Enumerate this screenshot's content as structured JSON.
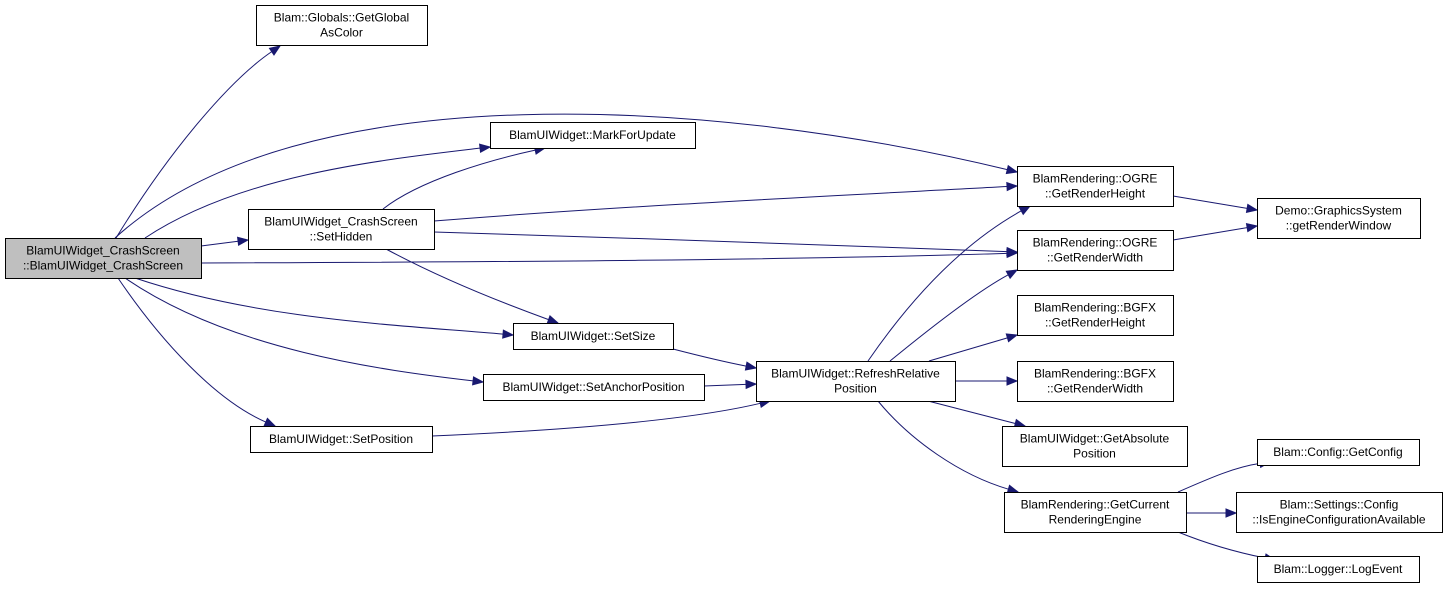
{
  "colors": {
    "node_fill": "#ffffff",
    "root_fill": "#bfbfbf",
    "node_border": "#000000",
    "edge": "#191970"
  },
  "nodes": {
    "root": {
      "lines": [
        "BlamUIWidget_CrashScreen",
        "::BlamUIWidget_CrashScreen"
      ]
    },
    "getglobalascolor": {
      "lines": [
        "Blam::Globals::GetGlobal",
        "AsColor"
      ]
    },
    "markforupdate": {
      "lines": [
        "BlamUIWidget::MarkForUpdate"
      ]
    },
    "sethidden": {
      "lines": [
        "BlamUIWidget_CrashScreen",
        "::SetHidden"
      ]
    },
    "setsize": {
      "lines": [
        "BlamUIWidget::SetSize"
      ]
    },
    "setanchorposition": {
      "lines": [
        "BlamUIWidget::SetAnchorPosition"
      ]
    },
    "setposition": {
      "lines": [
        "BlamUIWidget::SetPosition"
      ]
    },
    "refreshrelativeposition": {
      "lines": [
        "BlamUIWidget::RefreshRelative",
        "Position"
      ]
    },
    "ogre_getrenderheight": {
      "lines": [
        "BlamRendering::OGRE",
        "::GetRenderHeight"
      ]
    },
    "ogre_getrenderwidth": {
      "lines": [
        "BlamRendering::OGRE",
        "::GetRenderWidth"
      ]
    },
    "bgfx_getrenderheight": {
      "lines": [
        "BlamRendering::BGFX",
        "::GetRenderHeight"
      ]
    },
    "bgfx_getrenderwidth": {
      "lines": [
        "BlamRendering::BGFX",
        "::GetRenderWidth"
      ]
    },
    "getabsoluteposition": {
      "lines": [
        "BlamUIWidget::GetAbsolute",
        "Position"
      ]
    },
    "getcurrentrenderingengine": {
      "lines": [
        "BlamRendering::GetCurrent",
        "RenderingEngine"
      ]
    },
    "getrenderwindow": {
      "lines": [
        "Demo::GraphicsSystem",
        "::getRenderWindow"
      ]
    },
    "getconfig": {
      "lines": [
        "Blam::Config::GetConfig"
      ]
    },
    "isengineconfigurationavailable": {
      "lines": [
        "Blam::Settings::Config",
        "::IsEngineConfigurationAvailable"
      ]
    },
    "logevent": {
      "lines": [
        "Blam::Logger::LogEvent"
      ]
    }
  },
  "edges": [
    {
      "from": "root",
      "to": "getglobalascolor"
    },
    {
      "from": "root",
      "to": "markforupdate"
    },
    {
      "from": "root",
      "to": "sethidden"
    },
    {
      "from": "root",
      "to": "ogre_getrenderheight"
    },
    {
      "from": "root",
      "to": "ogre_getrenderwidth"
    },
    {
      "from": "root",
      "to": "setsize"
    },
    {
      "from": "root",
      "to": "setanchorposition"
    },
    {
      "from": "root",
      "to": "setposition"
    },
    {
      "from": "sethidden",
      "to": "markforupdate"
    },
    {
      "from": "sethidden",
      "to": "ogre_getrenderheight"
    },
    {
      "from": "sethidden",
      "to": "ogre_getrenderwidth"
    },
    {
      "from": "sethidden",
      "to": "setsize"
    },
    {
      "from": "setsize",
      "to": "refreshrelativeposition"
    },
    {
      "from": "setanchorposition",
      "to": "refreshrelativeposition"
    },
    {
      "from": "setposition",
      "to": "refreshrelativeposition"
    },
    {
      "from": "refreshrelativeposition",
      "to": "ogre_getrenderheight"
    },
    {
      "from": "refreshrelativeposition",
      "to": "ogre_getrenderwidth"
    },
    {
      "from": "refreshrelativeposition",
      "to": "bgfx_getrenderheight"
    },
    {
      "from": "refreshrelativeposition",
      "to": "bgfx_getrenderwidth"
    },
    {
      "from": "refreshrelativeposition",
      "to": "getabsoluteposition"
    },
    {
      "from": "refreshrelativeposition",
      "to": "getcurrentrenderingengine"
    },
    {
      "from": "ogre_getrenderheight",
      "to": "getrenderwindow"
    },
    {
      "from": "ogre_getrenderwidth",
      "to": "getrenderwindow"
    },
    {
      "from": "getcurrentrenderingengine",
      "to": "getconfig"
    },
    {
      "from": "getcurrentrenderingengine",
      "to": "isengineconfigurationavailable"
    },
    {
      "from": "getcurrentrenderingengine",
      "to": "logevent"
    }
  ]
}
